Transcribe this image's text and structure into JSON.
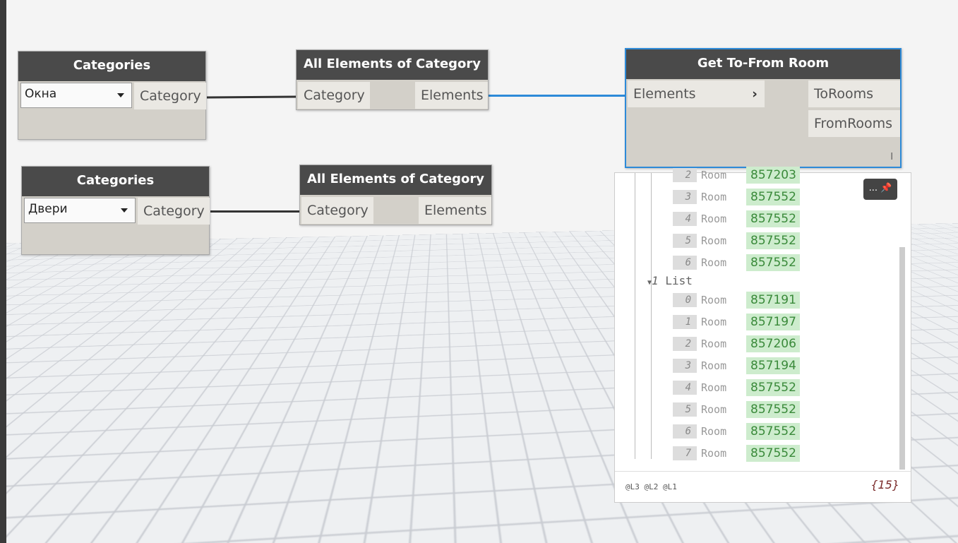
{
  "nodes": {
    "categories1": {
      "title": "Categories",
      "selected": "Окна",
      "output": "Category"
    },
    "categories2": {
      "title": "Categories",
      "selected": "Двери",
      "output": "Category"
    },
    "all1": {
      "title": "All Elements of Category",
      "input": "Category",
      "output": "Elements"
    },
    "all2": {
      "title": "All Elements of Category",
      "input": "Category",
      "output": "Elements"
    },
    "getroom": {
      "title": "Get To-From Room",
      "input": "Elements",
      "outputs": [
        "ToRooms",
        "FromRooms"
      ],
      "lacing": "l"
    }
  },
  "watch": {
    "pin_label": "...",
    "list0_rows": [
      {
        "index": "2",
        "label": "Room",
        "value": "857203"
      },
      {
        "index": "3",
        "label": "Room",
        "value": "857552"
      },
      {
        "index": "4",
        "label": "Room",
        "value": "857552"
      },
      {
        "index": "5",
        "label": "Room",
        "value": "857552"
      },
      {
        "index": "6",
        "label": "Room",
        "value": "857552"
      }
    ],
    "list1_header_index": "1",
    "list1_header": "List",
    "list1_rows": [
      {
        "index": "0",
        "label": "Room",
        "value": "857191"
      },
      {
        "index": "1",
        "label": "Room",
        "value": "857197"
      },
      {
        "index": "2",
        "label": "Room",
        "value": "857206"
      },
      {
        "index": "3",
        "label": "Room",
        "value": "857194"
      },
      {
        "index": "4",
        "label": "Room",
        "value": "857552"
      },
      {
        "index": "5",
        "label": "Room",
        "value": "857552"
      },
      {
        "index": "6",
        "label": "Room",
        "value": "857552"
      },
      {
        "index": "7",
        "label": "Room",
        "value": "857552"
      }
    ],
    "levels": "@L3 @L2 @L1",
    "count": "{15}"
  }
}
